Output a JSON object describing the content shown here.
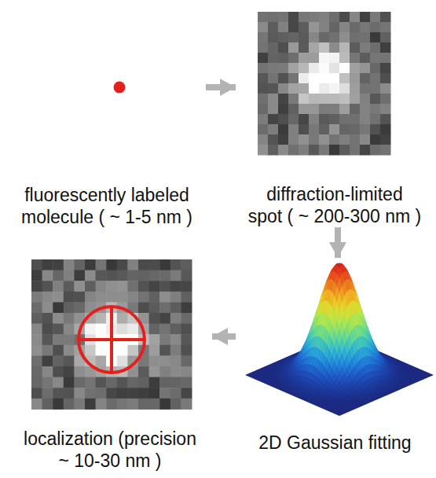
{
  "diagram": {
    "nodes": [
      {
        "text": [
          "fluorescently labeled molecule ( ~ 1-5 nm )"
        ]
      },
      {
        "text": [
          "diffraction-limited spot ( ~ 200-300 nm )"
        ]
      },
      {
        "text": [
          "localization (precision ~ 10-30 nm )"
        ]
      },
      {
        "text": [
          "2D Gaussian fitting"
        ]
      }
    ],
    "edges": [
      {
        "from": 0,
        "to": 1,
        "arrow": "to"
      },
      {
        "from": 1,
        "to": 3,
        "arrow": "to"
      },
      {
        "from": 3,
        "to": 2,
        "arrow": "to"
      }
    ]
  }
}
